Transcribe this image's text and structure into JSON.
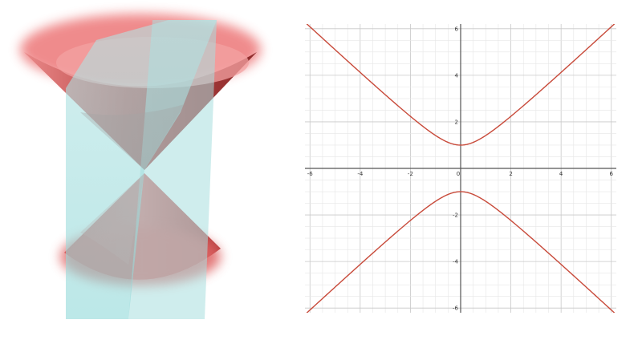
{
  "left_figure": {
    "subject": "double cone cut by a vertical plane (hyperbola conic section)",
    "colors": {
      "cone": "#e05a5a",
      "cone_dark": "#a43434",
      "plane": "#8fd8d8"
    }
  },
  "chart_data": {
    "type": "line",
    "title": "",
    "xlabel": "",
    "ylabel": "",
    "xlim": [
      -6.2,
      6.2
    ],
    "ylim": [
      -6.2,
      6.2
    ],
    "grid": true,
    "minor_step": 0.5,
    "x_ticks": [
      -6,
      -4,
      -2,
      0,
      2,
      4,
      6
    ],
    "y_ticks": [
      -6,
      -4,
      -2,
      2,
      4,
      6
    ],
    "x_tick_labels": [
      "-6",
      "-4",
      "-2",
      "0",
      "2",
      "4",
      "6"
    ],
    "y_tick_labels": [
      "-6",
      "-4",
      "-2",
      "2",
      "4",
      "6"
    ],
    "series": [
      {
        "id": "upper-branch",
        "equation": "y = sqrt(1 + x^2)",
        "color": "#c84a3a",
        "x": [
          -6.2,
          -5,
          -4,
          -3,
          -2,
          -1.5,
          -1,
          -0.5,
          0,
          0.5,
          1,
          1.5,
          2,
          3,
          4,
          5,
          6.2
        ],
        "y": [
          6.28,
          5.1,
          4.12,
          3.16,
          2.24,
          1.8,
          1.41,
          1.12,
          1.0,
          1.12,
          1.41,
          1.8,
          2.24,
          3.16,
          4.12,
          5.1,
          6.28
        ]
      },
      {
        "id": "lower-branch",
        "equation": "y = -sqrt(1 + x^2)",
        "color": "#c84a3a",
        "x": [
          -6.2,
          -5,
          -4,
          -3,
          -2,
          -1.5,
          -1,
          -0.5,
          0,
          0.5,
          1,
          1.5,
          2,
          3,
          4,
          5,
          6.2
        ],
        "y": [
          -6.28,
          -5.1,
          -4.12,
          -3.16,
          -2.24,
          -1.8,
          -1.41,
          -1.12,
          -1.0,
          -1.12,
          -1.41,
          -1.8,
          -2.24,
          -3.16,
          -4.12,
          -5.1,
          -6.28
        ]
      }
    ],
    "colors": {
      "grid_minor": "#e6e6e6",
      "grid_major": "#c8c8c8",
      "axis": "#555555"
    }
  }
}
